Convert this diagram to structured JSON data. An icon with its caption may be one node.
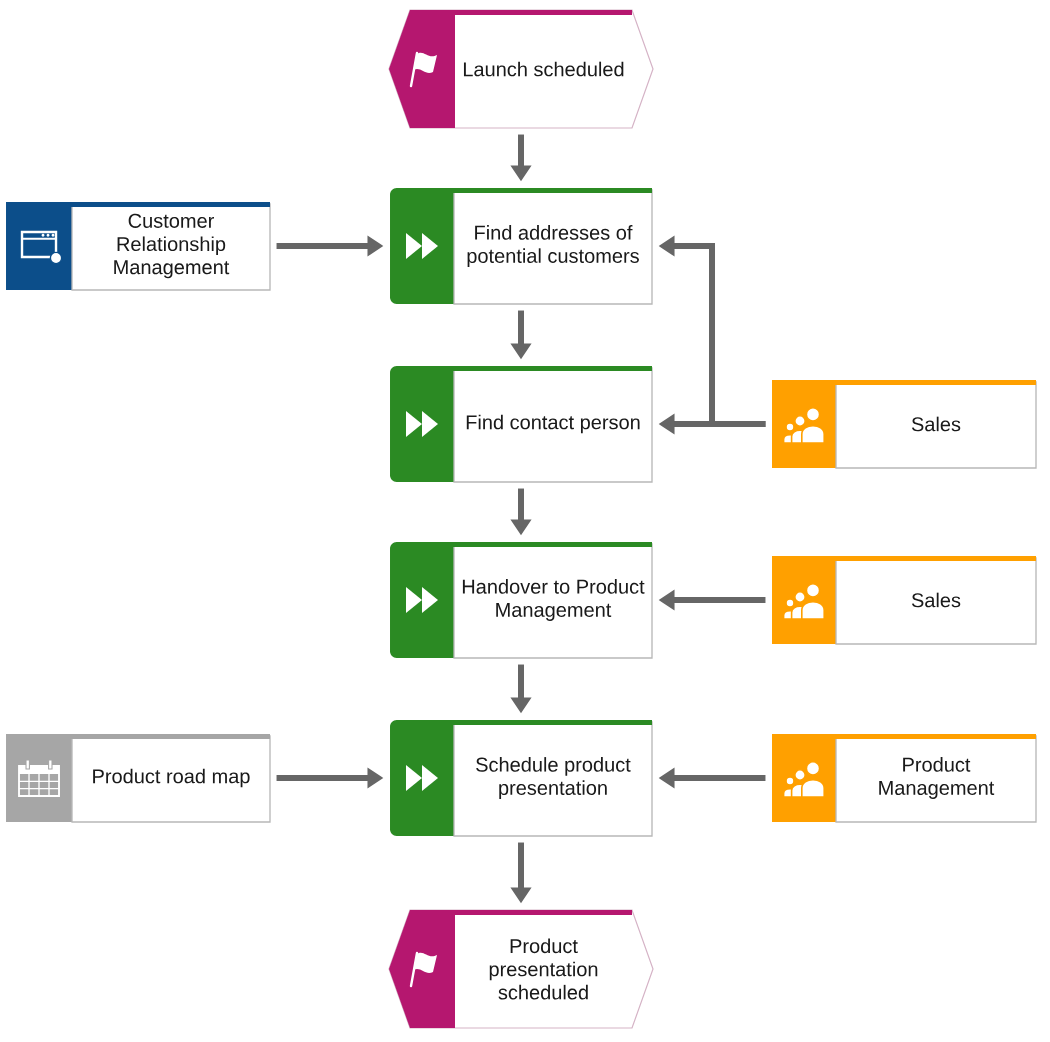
{
  "diagram": {
    "nodes": [
      {
        "text": [
          "Launch scheduled"
        ]
      },
      {
        "text": [
          "Customer Relationship Management"
        ]
      },
      {
        "text": [
          "Find addresses of potential customers"
        ]
      },
      {
        "text": [
          "Find contact person"
        ]
      },
      {
        "text": [
          "Sales"
        ]
      },
      {
        "text": [
          "Handover to Product Management"
        ]
      },
      {
        "text": [
          "Sales"
        ]
      },
      {
        "text": [
          "Product road map"
        ]
      },
      {
        "text": [
          "Schedule product presentation"
        ]
      },
      {
        "text": [
          "Product Management"
        ]
      },
      {
        "text": [
          "Product presentation scheduled"
        ]
      }
    ],
    "edges": [
      {
        "from": 0,
        "to": 2,
        "arrow": "to"
      },
      {
        "from": 1,
        "to": 2,
        "arrow": "to"
      },
      {
        "from": 4,
        "to": 2,
        "arrow": "to"
      },
      {
        "from": 2,
        "to": 3,
        "arrow": "to"
      },
      {
        "from": 4,
        "to": 3,
        "arrow": "to"
      },
      {
        "from": 3,
        "to": 5,
        "arrow": "to"
      },
      {
        "from": 6,
        "to": 5,
        "arrow": "to"
      },
      {
        "from": 5,
        "to": 8,
        "arrow": "to"
      },
      {
        "from": 7,
        "to": 8,
        "arrow": "to"
      },
      {
        "from": 9,
        "to": 8,
        "arrow": "to"
      },
      {
        "from": 8,
        "to": 10,
        "arrow": "to"
      }
    ]
  }
}
